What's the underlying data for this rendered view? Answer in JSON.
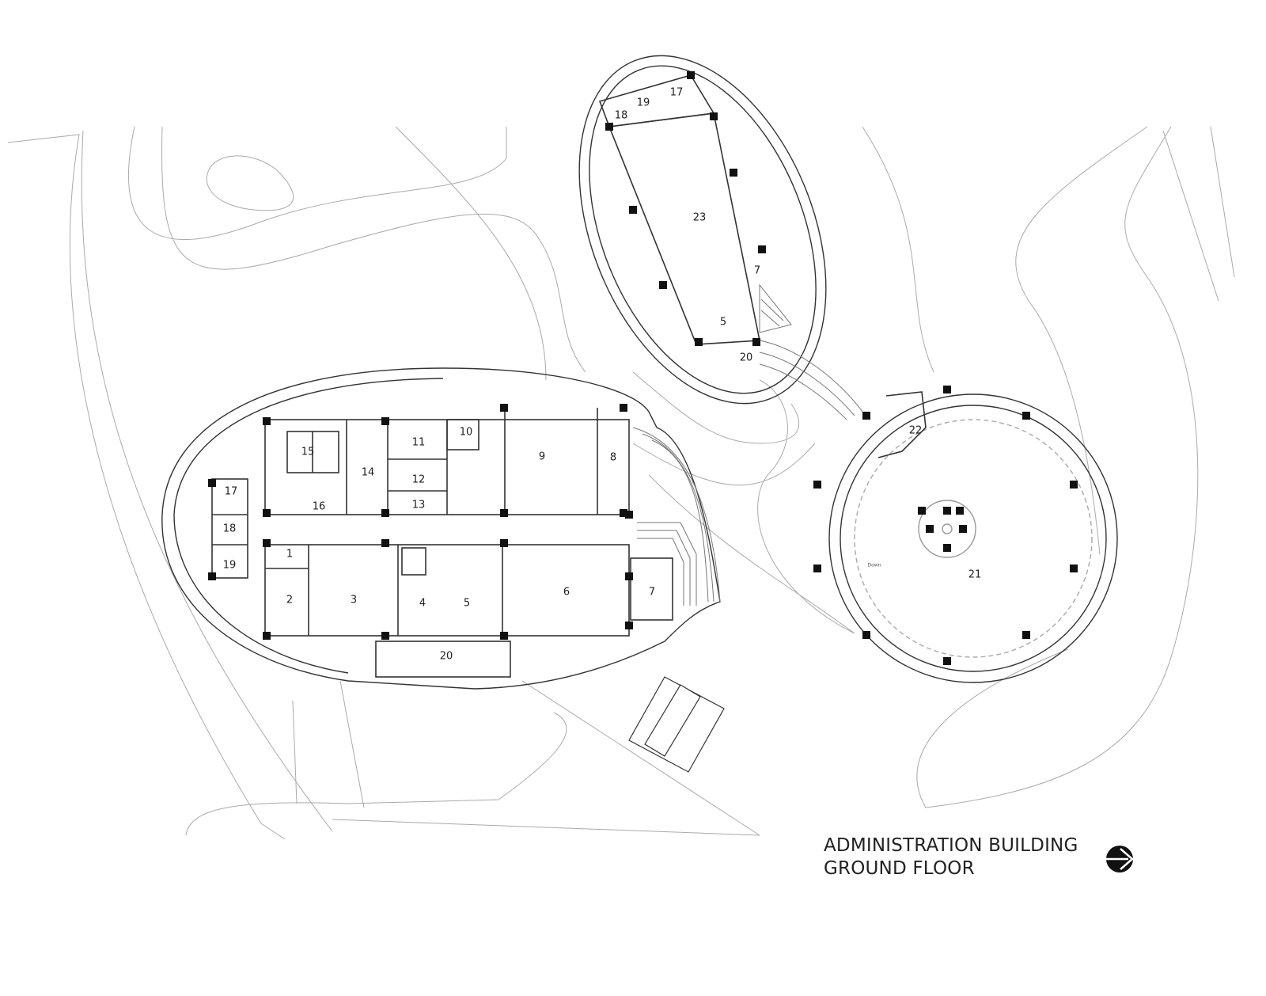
{
  "title": {
    "line1": "ADMINISTRATION BUILDING",
    "line2": "GROUND FLOOR"
  },
  "north_arrow_icon": "north-arrow-icon",
  "room_labels": [
    "23",
    "7",
    "5",
    "20",
    "17",
    "19",
    "18",
    "22",
    "21",
    "15",
    "14",
    "11",
    "10",
    "9",
    "8",
    "12",
    "13",
    "16",
    "17",
    "18",
    "19",
    "1",
    "2",
    "3",
    "4",
    "5",
    "6",
    "7",
    "20"
  ],
  "annotation": "Down",
  "colors": {
    "line": "#888888",
    "wall": "#222222",
    "column": "#111111"
  }
}
